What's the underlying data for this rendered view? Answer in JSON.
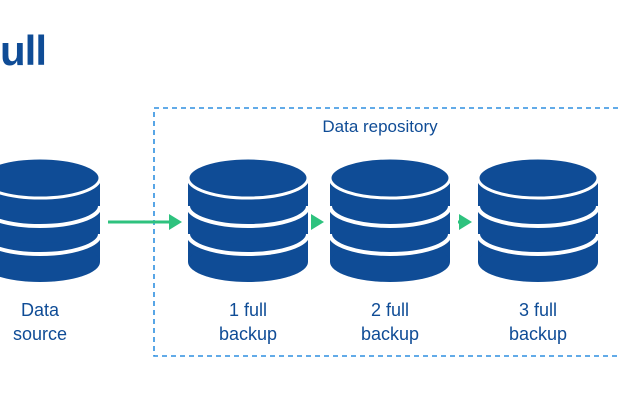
{
  "title": "ull",
  "repository": {
    "label": "Data repository"
  },
  "nodes": [
    {
      "id": "source",
      "line1": "Data",
      "line2": "source"
    },
    {
      "id": "backup1",
      "line1": "1 full",
      "line2": "backup"
    },
    {
      "id": "backup2",
      "line1": "2 full",
      "line2": "backup"
    },
    {
      "id": "backup3",
      "line1": "3 full",
      "line2": "backup"
    }
  ],
  "edges": [
    {
      "from": "source",
      "to": "backup1"
    },
    {
      "from": "backup1",
      "to": "backup2"
    },
    {
      "from": "backup2",
      "to": "backup3"
    }
  ],
  "colors": {
    "database": "#0f4c96",
    "database_top": "#1d5fae",
    "gap": "#ffffff",
    "arrow": "#2ec27e",
    "repository_border": "#2f8fe0",
    "text": "#0f4c96"
  },
  "icons": {
    "node": "database-icon",
    "edge": "arrow-right-icon"
  }
}
